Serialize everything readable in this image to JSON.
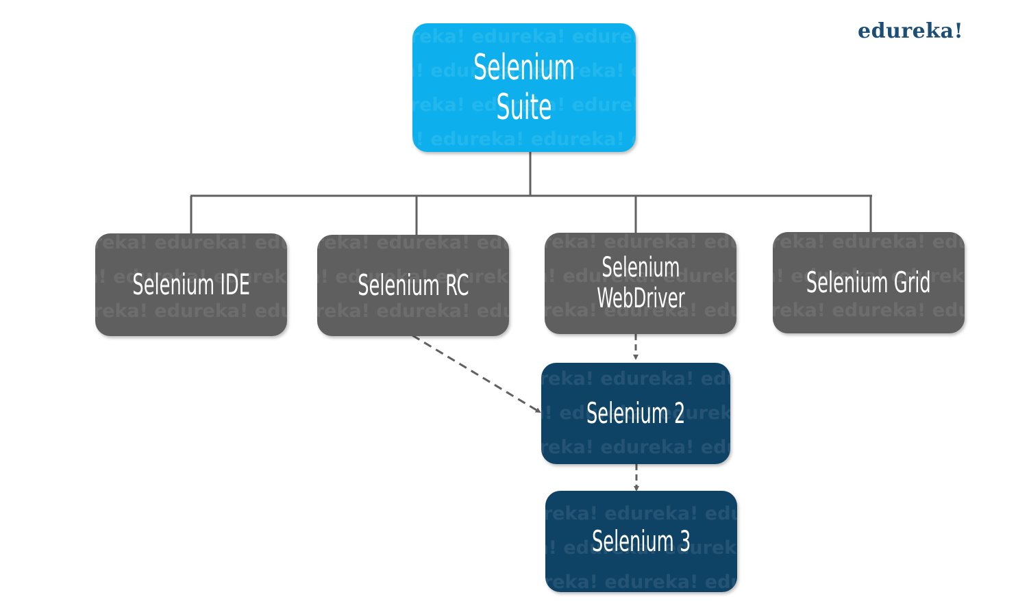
{
  "brand": {
    "logo_text": "edureka!"
  },
  "watermark": {
    "text": "edureka!  edureka!  edureka!  edureka!"
  },
  "colors": {
    "root": "#0db0ec",
    "component": "#5f5f5f",
    "version": "#0f4366",
    "connector": "#606060",
    "brand": "#1d4e75"
  },
  "nodes": {
    "suite": {
      "label": "Selenium Suite"
    },
    "ide": {
      "label": "Selenium IDE"
    },
    "rc": {
      "label": "Selenium RC"
    },
    "webdriver": {
      "label": "Selenium\nWebDriver"
    },
    "grid": {
      "label": "Selenium Grid"
    },
    "selenium2": {
      "label": "Selenium 2"
    },
    "selenium3": {
      "label": "Selenium 3"
    }
  }
}
